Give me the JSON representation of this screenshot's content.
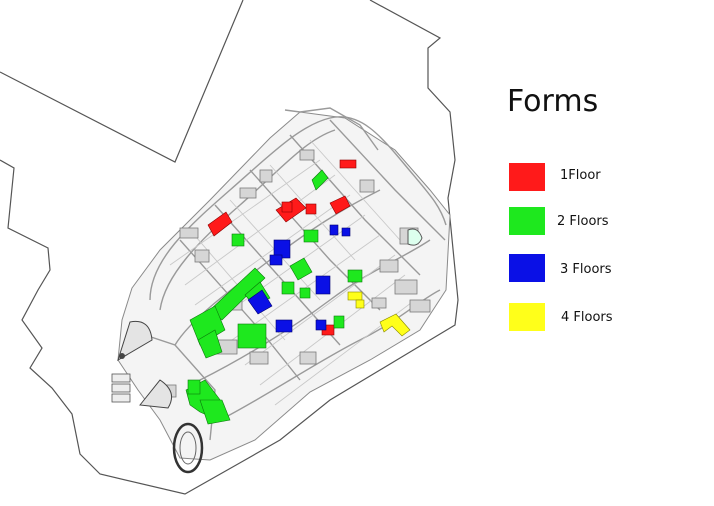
{
  "legend": {
    "title": "Forms",
    "items": [
      {
        "label": "1Floor",
        "color": "#ff1a1a"
      },
      {
        "label": "2 Floors",
        "color": "#1ee81e"
      },
      {
        "label": "3 Floors",
        "color": "#0a10e6"
      },
      {
        "label": "4 Floors",
        "color": "#ffff1a"
      }
    ]
  },
  "colors": {
    "boundary": "#555555",
    "roads": "#9a9a9a",
    "paths": "#c8c8c8",
    "building_base": "#bdbdbd"
  }
}
